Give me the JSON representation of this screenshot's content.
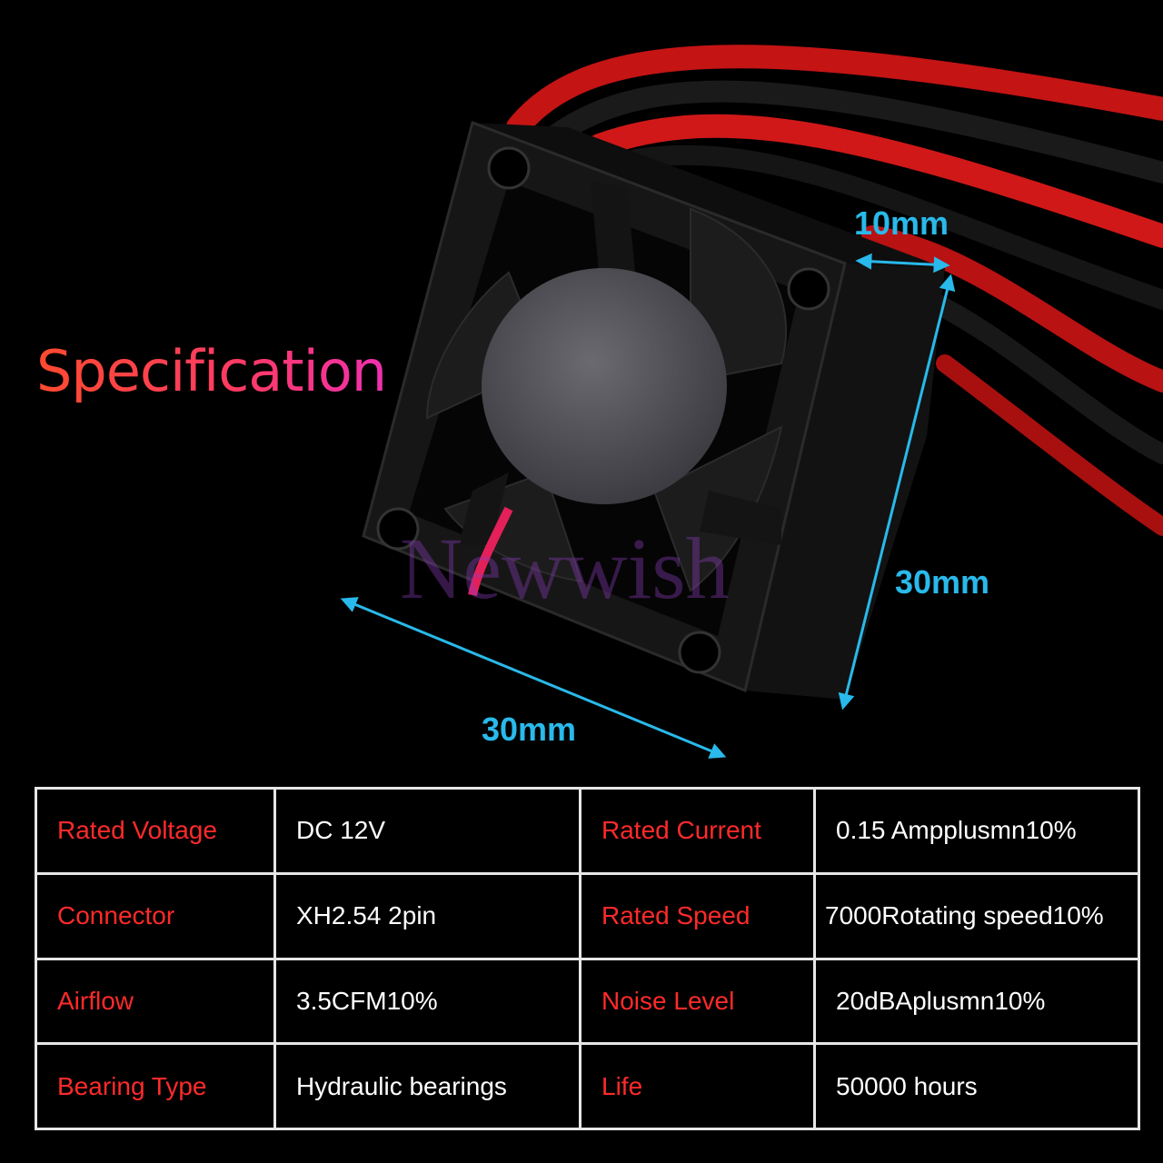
{
  "title": "Specification",
  "dimensions": {
    "depth": "10mm",
    "height": "30mm",
    "width": "30mm"
  },
  "watermark": "Newwish",
  "colors": {
    "label_red": "#ff2a2a",
    "dimension_blue": "#29b9ea",
    "background": "#000000"
  },
  "specs": [
    {
      "label": "Rated Voltage",
      "value": "DC 12V",
      "label2": "Rated Current",
      "value2": "0.15 Ampplusmn10%"
    },
    {
      "label": "Connector",
      "value": "XH2.54 2pin",
      "label2": "Rated Speed",
      "value2": "7000Rotating speed10%"
    },
    {
      "label": "Airflow",
      "value": "3.5CFM10%",
      "label2": "Noise Level",
      "value2": "20dBAplusmn10%"
    },
    {
      "label": "Bearing Type",
      "value": "Hydraulic bearings",
      "label2": "Life",
      "value2": "50000 hours"
    }
  ]
}
